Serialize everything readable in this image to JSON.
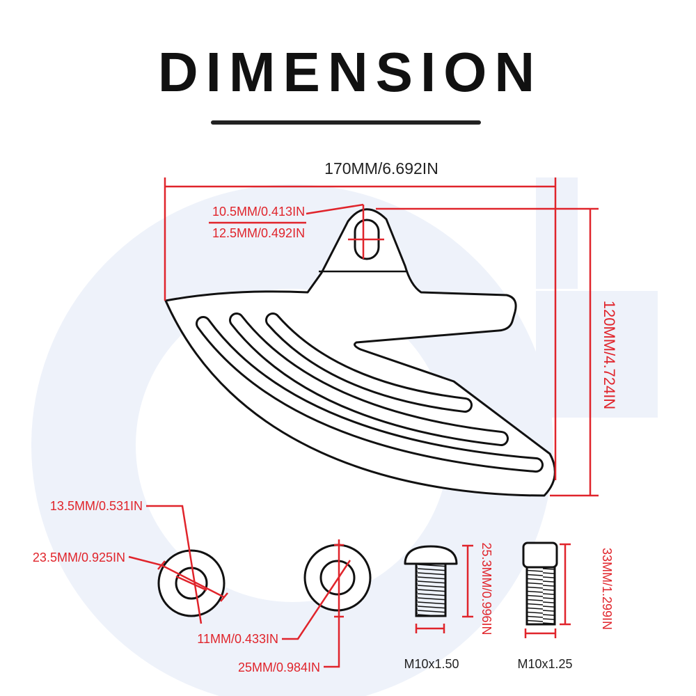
{
  "title": "DIMENSION",
  "main_part": {
    "width_label": "170MM/6.692IN",
    "height_label": "120MM/4.724IN",
    "hole_width_label": "10.5MM/0.413IN",
    "hole_length_label": "12.5MM/0.492IN"
  },
  "washer_small": {
    "inner_label": "13.5MM/0.531IN",
    "outer_label": "23.5MM/0.925IN"
  },
  "washer_large": {
    "inner_label": "11MM/0.433IN",
    "outer_label": "25MM/0.984IN"
  },
  "bolt_button_head": {
    "length_label": "25.3MM/0.996IN",
    "thread_label": "M10x1.50"
  },
  "bolt_socket_head": {
    "length_label": "33MM/1.299IN",
    "thread_label": "M10x1.25"
  },
  "colors": {
    "dimension": "#e0242b",
    "outline": "#111111",
    "watermark": "#eef2fa",
    "label": "#222222"
  }
}
